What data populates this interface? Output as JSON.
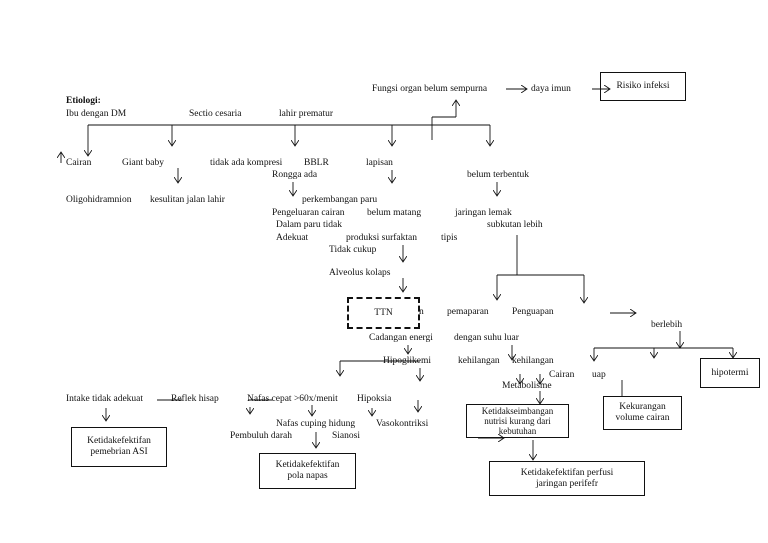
{
  "etiologi": "Etiologi:",
  "nodes": {
    "ibu_dm": "Ibu dengan DM",
    "sectio": "Sectio cesaria",
    "prematur": "lahir prematur",
    "fungsi_organ": "Fungsi organ belum sempurna",
    "daya_imun": "daya imun",
    "risiko_infeksi": "Risiko infeksi",
    "cairan": "Cairan",
    "giant_baby": "Giant baby",
    "tidak_kompresi": "tidak ada kompresi",
    "rongga_ada": "Rongga ada",
    "bblr": "BBLR",
    "lapisan": "lapisan",
    "belum_terbentuk": "belum terbentuk",
    "oligohidramnion": "Oligohidramnion",
    "kesulitan": "kesulitan jalan lahir",
    "perkembangan_paru": "perkembangan paru",
    "pengeluaran_cairan": "Pengeluaran cairan",
    "belum_matang": "belum matang",
    "jaringan_lemak": "jaringan lemak",
    "dalam_paru": "Dalam paru tidak",
    "subkutan": "subkutan lebih",
    "adekuat": "Adekuat",
    "produksi_surfaktan": "produksi surfaktan",
    "tipis": "tipis",
    "tidak_cukup": "Tidak cukup",
    "alveolus": "Alveolus kolaps",
    "ttn": "TTN",
    "n_frag": "n",
    "pemaparan": "pemaparan",
    "penguapan": "Penguapan",
    "berlebih": "berlebih",
    "cadangan": "Cadangan energi",
    "suhu": "dengan suhu luar",
    "hipoglikemi": "Hipoglikemi",
    "kehilangan1": "kehilangan",
    "kehilangan2": "kehilangan",
    "cairan2": "Cairan",
    "uap": "uap",
    "metabolisme": "Metabolisme",
    "intake": "Intake tidak adekuat",
    "reflek": "Reflek hisap",
    "nafas_cepat": "Nafas cepat >60x/menit",
    "hipoksia": "Hipoksia",
    "nafas_cuping": "Nafas cuping hidung",
    "vasokontriksi": "Vasokontriksi",
    "pembuluh": "Pembuluh darah",
    "sianosi": "Sianosi"
  },
  "diagnoses": {
    "asi_1": "Ketidakefektifan",
    "asi_2": "pemebrian ASI",
    "napas_1": "Ketidakefektifan",
    "napas_2": "pola napas",
    "nutrisi_1": "Ketidakseimbangan",
    "nutrisi_2": "nutrisi kurang dari",
    "nutrisi_3": "kebutuhan",
    "perfusi_1": "Ketidakefektifan perfusi",
    "perfusi_2": "jaringan perifefr",
    "volume_1": "Kekurangan",
    "volume_2": "volume cairan",
    "hipotermi": "hipotermi"
  }
}
